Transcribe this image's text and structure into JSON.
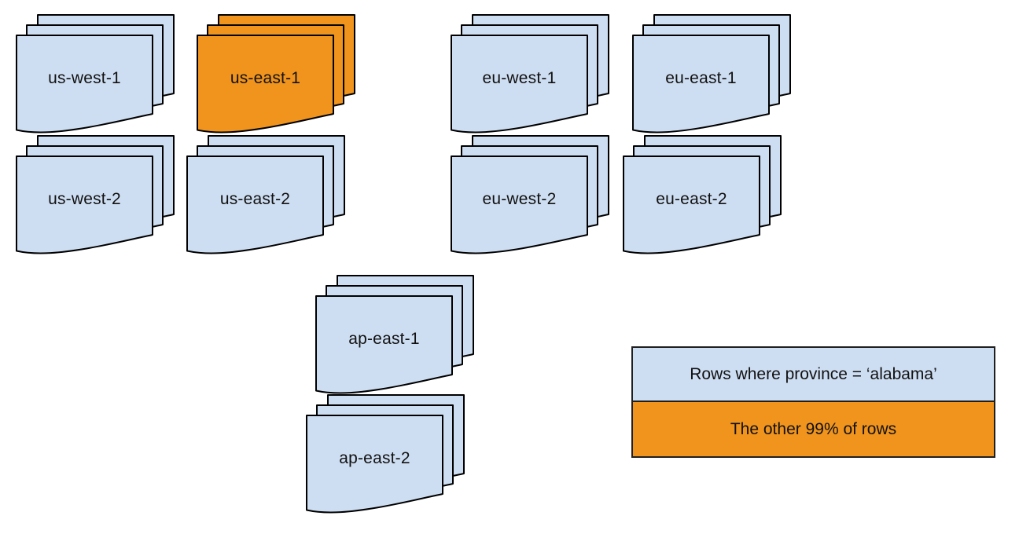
{
  "diagram": {
    "title": "",
    "stacks": [
      {
        "id": "us-west-1",
        "label": "us-west-1",
        "variant": "default"
      },
      {
        "id": "us-east-1",
        "label": "us-east-1",
        "variant": "highlight"
      },
      {
        "id": "eu-west-1",
        "label": "eu-west-1",
        "variant": "default"
      },
      {
        "id": "eu-east-1",
        "label": "eu-east-1",
        "variant": "default"
      },
      {
        "id": "us-west-2",
        "label": "us-west-2",
        "variant": "default"
      },
      {
        "id": "us-east-2",
        "label": "us-east-2",
        "variant": "default"
      },
      {
        "id": "eu-west-2",
        "label": "eu-west-2",
        "variant": "default"
      },
      {
        "id": "eu-east-2",
        "label": "eu-east-2",
        "variant": "default"
      },
      {
        "id": "ap-east-1",
        "label": "ap-east-1",
        "variant": "default"
      },
      {
        "id": "ap-east-2",
        "label": "ap-east-2",
        "variant": "default"
      }
    ],
    "legend": {
      "items": [
        {
          "label": "Rows where province = ‘alabama’",
          "color": "#CEDEF2"
        },
        {
          "label": "The other 99% of rows",
          "color": "#F0941E"
        }
      ]
    },
    "colors": {
      "region_fill": "#CEDEF2",
      "highlight_fill": "#F0941E",
      "stroke": "#000000",
      "text": "#111111",
      "background": "#FFFFFF",
      "legend_border": "#1F1F1F"
    }
  }
}
